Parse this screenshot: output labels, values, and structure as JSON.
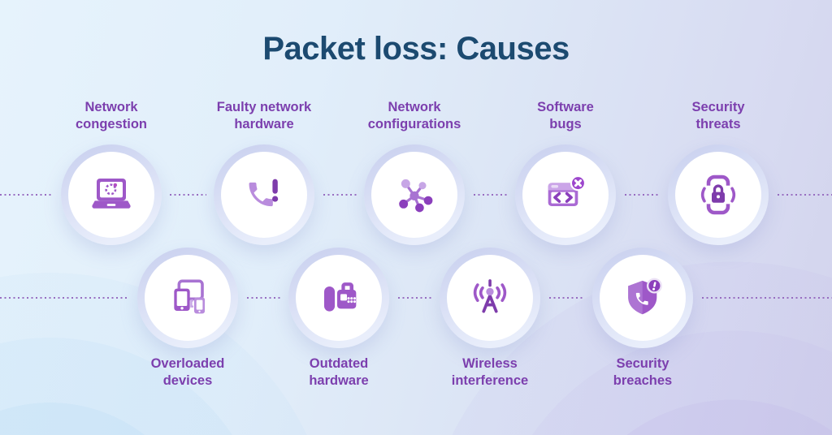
{
  "title": "Packet loss: Causes",
  "causes_top": [
    {
      "label": "Network congestion",
      "lines": [
        "Network",
        "congestion"
      ],
      "icon": "laptop-loading-icon"
    },
    {
      "label": "Faulty network hardware",
      "lines": [
        "Faulty network",
        "hardware"
      ],
      "icon": "phone-error-icon"
    },
    {
      "label": "Network configurations",
      "lines": [
        "Network",
        "configurations"
      ],
      "icon": "network-nodes-icon"
    },
    {
      "label": "Software bugs",
      "lines": [
        "Software",
        "bugs"
      ],
      "icon": "code-window-error-icon"
    },
    {
      "label": "Security threats",
      "lines": [
        "Security",
        "threats"
      ],
      "icon": "phone-lock-icon"
    }
  ],
  "causes_bottom": [
    {
      "label": "Overloaded devices",
      "lines": [
        "Overloaded",
        "devices"
      ],
      "icon": "devices-icon"
    },
    {
      "label": "Outdated hardware",
      "lines": [
        "Outdated",
        "hardware"
      ],
      "icon": "fax-machine-icon"
    },
    {
      "label": "Wireless interference",
      "lines": [
        "Wireless",
        "interference"
      ],
      "icon": "antenna-icon"
    },
    {
      "label": "Security breaches",
      "lines": [
        "Security",
        "breaches"
      ],
      "icon": "shield-phone-icon"
    }
  ],
  "colors": {
    "title": "#1c4a70",
    "label": "#7c3fae",
    "icon_main": "#9e58c8",
    "icon_light": "#b98cdd",
    "icon_dark": "#7e3cab",
    "connector_dots": "#9466be",
    "background_blue": "#e6f3fc",
    "background_lavender": "#d2d3ec"
  }
}
